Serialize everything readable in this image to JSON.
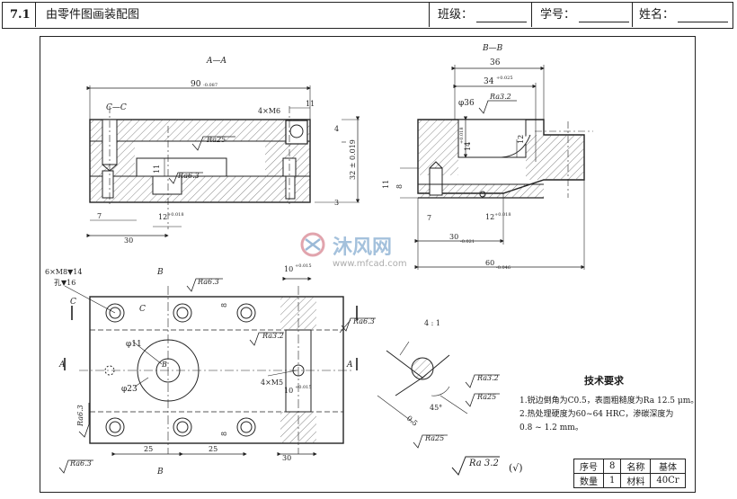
{
  "header": {
    "section_number": "7.1",
    "title": "由零件图画装配图",
    "class_label": "班级：",
    "student_id_label": "学号：",
    "name_label": "姓名："
  },
  "views": {
    "aa_label": "A—A",
    "bb_label": "B—B",
    "cc_label": "C—C",
    "c_label": "C",
    "a_label": "A",
    "b_label": "B",
    "b1_label": "B",
    "scale_label": "4 : 1"
  },
  "dims": {
    "d90": "90",
    "d90_tol": "-0.087",
    "d11_top": "11",
    "d4xm6": "4×M6",
    "d4": "4",
    "d32": "32 ± 0.019",
    "d3": "3",
    "d11_left": "11",
    "d7": "7",
    "d12": "12",
    "d12_tol": "+0.018",
    "d30": "30",
    "d36": "36",
    "d34": "34",
    "d34_tol": "+0.025",
    "phi36": "φ36",
    "d14": "14",
    "d14_tol": "+0.018",
    "d12r": "12",
    "d11r": "11",
    "d8r": "8",
    "d7r": "7",
    "d12b": "12",
    "d12b_tol": "+0.018",
    "d30b": "30",
    "d30b_tol": "-0.021",
    "d60": "60",
    "d60_tol": "-0.046",
    "d6xm8": "6×M8▼14",
    "hole16": "孔▼16",
    "d10": "10",
    "d10_tol": "+0.015",
    "phi11": "φ11",
    "phi23": "φ23",
    "d4xm5": "4×M5",
    "d10b": "10",
    "d10b_tol": "+0.015",
    "d8a": "8",
    "d8b": "8",
    "d25a": "25",
    "d25b": "25",
    "d30c": "30",
    "d45": "45°",
    "d05": "0.5",
    "ra25a": "Ra25",
    "ra63a": "Ra6.3",
    "ra32a": "Ra3.2",
    "ra63b": "Ra6.3",
    "ra63c": "Ra6.3",
    "ra32b": "Ra3.2",
    "ra63d": "Ra6.3",
    "ra63e": "Ra6.3",
    "ra32c": "Ra3.2",
    "ra25b": "Ra25",
    "ra25c": "Ra25",
    "ra_general": "Ra 3.2",
    "ra_general_suffix": "(√)"
  },
  "watermark": {
    "brand": "沐风网",
    "url": "www.mfcad.com"
  },
  "technical_requirements": {
    "title": "技术要求",
    "line1": "1.锐边倒角为C0.5，表面粗糙度为Ra 12.5 μm。",
    "line2": "2.热处理硬度为60~64 HRC，渗碳深度为",
    "line3": "0.8 ~ 1.2 mm。"
  },
  "title_block": {
    "seq_label": "序号",
    "seq_value": "8",
    "name_label": "名称",
    "name_value": "基体",
    "qty_label": "数量",
    "qty_value": "1",
    "material_label": "材料",
    "material_value": "40Cr"
  }
}
